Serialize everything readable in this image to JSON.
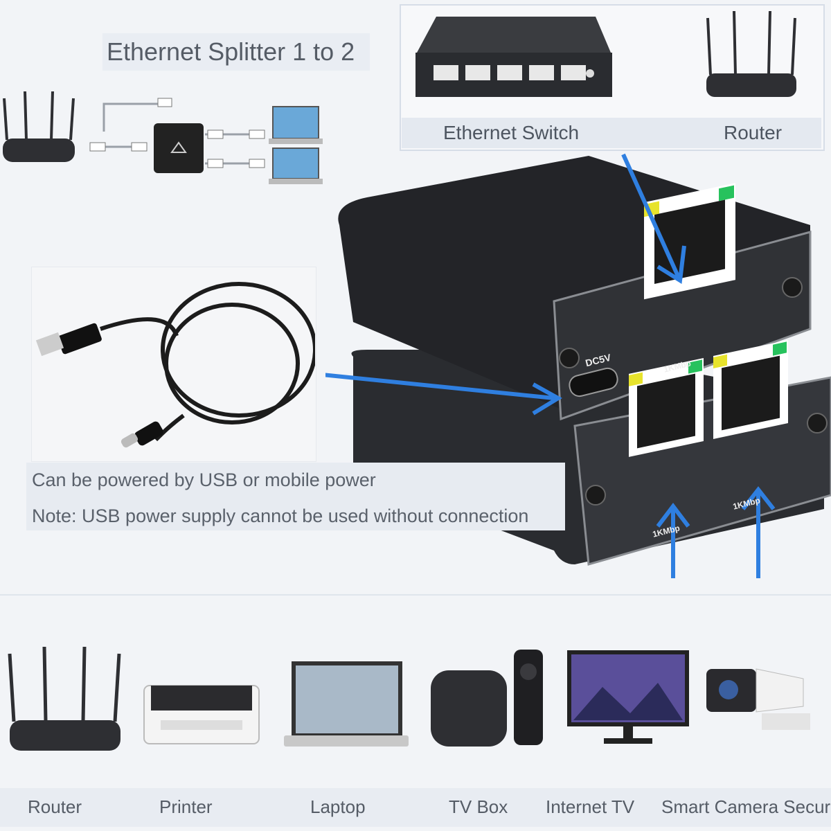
{
  "title": "Ethernet Splitter 1 to 2",
  "top_devices": {
    "switch_label": "Ethernet Switch",
    "router_label": "Router"
  },
  "device_markings": {
    "power_port": "DC5V",
    "speed_top": "1KMbp",
    "speed_left": "1KMbp",
    "speed_right": "1KMbp"
  },
  "notes": {
    "line1": "Can be powered by USB or mobile power",
    "line2": "Note: USB power supply cannot be used without connection"
  },
  "bottom_devices": [
    {
      "label": "Router",
      "icon": "router-icon"
    },
    {
      "label": "Printer",
      "icon": "printer-icon"
    },
    {
      "label": "Laptop",
      "icon": "laptop-icon"
    },
    {
      "label": "TV Box",
      "icon": "tv-box-icon"
    },
    {
      "label": "Internet TV",
      "icon": "internet-tv-icon"
    },
    {
      "label": "Smart Camera Securit",
      "icon": "security-camera-icon"
    }
  ],
  "colors": {
    "arrow": "#2f7fe0",
    "device_body": "#2b2d31",
    "background": "#f2f4f7"
  }
}
